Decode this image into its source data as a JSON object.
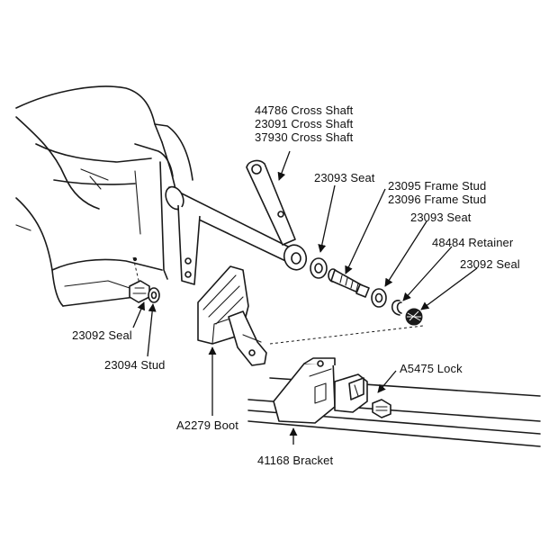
{
  "labels": {
    "cross_shaft_1": "44786 Cross Shaft",
    "cross_shaft_2": "23091 Cross Shaft",
    "cross_shaft_3": "37930 Cross Shaft",
    "seat_upper": "23093 Seat",
    "frame_stud_1": "23095 Frame Stud",
    "frame_stud_2": "23096 Frame Stud",
    "seat_lower": "23093 Seat",
    "retainer": "48484 Retainer",
    "seal_right": "23092 Seal",
    "seal_left": "23092 Seal",
    "stud": "23094 Stud",
    "lock": "A5475 Lock",
    "boot": "A2279 Boot",
    "bracket": "41168 Bracket"
  }
}
